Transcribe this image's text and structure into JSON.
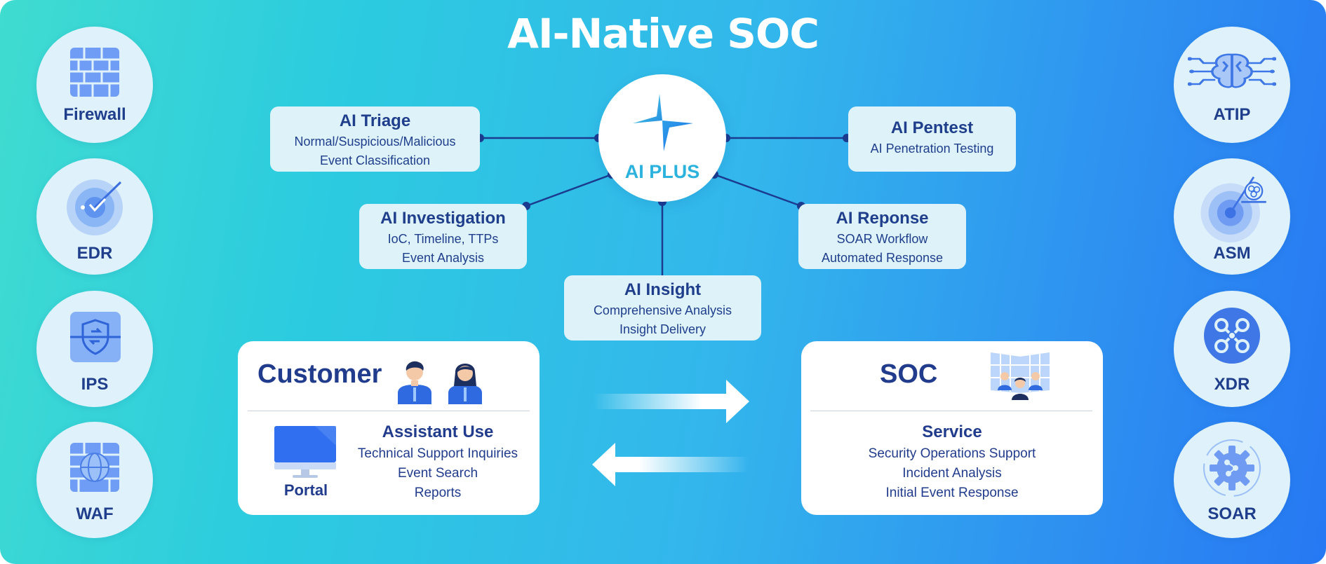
{
  "title": "AI-Native SOC",
  "hub": {
    "label": "AI PLUS"
  },
  "left_products": [
    {
      "label": "Firewall",
      "icon": "firewall-icon"
    },
    {
      "label": "EDR",
      "icon": "radar-icon"
    },
    {
      "label": "IPS",
      "icon": "shield-icon"
    },
    {
      "label": "WAF",
      "icon": "globe-wall-icon"
    }
  ],
  "right_products": [
    {
      "label": "ATIP",
      "icon": "brain-circuit-icon"
    },
    {
      "label": "ASM",
      "icon": "target-icon"
    },
    {
      "label": "XDR",
      "icon": "xdr-icon"
    },
    {
      "label": "SOAR",
      "icon": "gear-icon"
    }
  ],
  "capabilities": {
    "triage": {
      "title": "AI Triage",
      "lines": [
        "Normal/Suspicious/Malicious",
        "Event Classification"
      ]
    },
    "pentest": {
      "title": "AI Pentest",
      "lines": [
        "AI Penetration Testing"
      ]
    },
    "investigation": {
      "title": "AI Investigation",
      "lines": [
        "IoC, Timeline, TTPs",
        "Event Analysis"
      ]
    },
    "response": {
      "title": "AI Reponse",
      "lines": [
        "SOAR Workflow",
        "Automated Response"
      ]
    },
    "insight": {
      "title": "AI Insight",
      "lines": [
        "Comprehensive Analysis",
        "Insight Delivery"
      ]
    }
  },
  "customer": {
    "title": "Customer",
    "portal_label": "Portal",
    "heading": "Assistant Use",
    "lines": [
      "Technical Support Inquiries",
      "Event Search",
      "Reports"
    ]
  },
  "soc": {
    "title": "SOC",
    "heading": "Service",
    "lines": [
      "Security Operations Support",
      "Incident Analysis",
      "Initial Event Response"
    ]
  },
  "colors": {
    "background_start": "#3fdcd0",
    "background_end": "#2778f3",
    "navy_text": "#1f3e8c",
    "hub_accent": "#2bb3de",
    "connector": "#1b3b8f"
  }
}
